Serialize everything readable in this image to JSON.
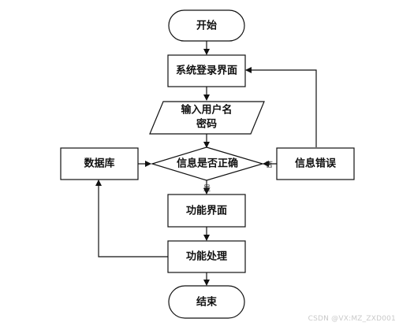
{
  "flowchart": {
    "nodes": {
      "start": "开始",
      "login": "系统登录界面",
      "input_line1": "输入用户名",
      "input_line2": "密码",
      "decision": "信息是否正确",
      "database": "数据库",
      "error": "信息错误",
      "function_page": "功能界面",
      "function_process": "功能处理",
      "end": "结束"
    },
    "edge_labels": {
      "yes": "是",
      "no": "否"
    }
  },
  "watermark": "CSDN @VX:MZ_ZXD001"
}
